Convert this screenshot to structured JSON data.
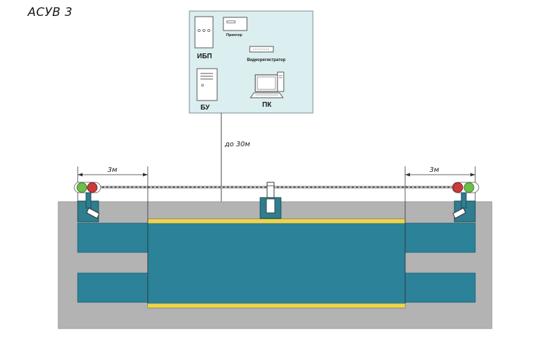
{
  "title": "АСУВ 3",
  "control_room": {
    "ups": "ИБП",
    "printer": "Принтер",
    "dvr": "Видеорегистратор",
    "control_unit": "БУ",
    "pc": "ПК"
  },
  "dimensions": {
    "cable_length": "до 30м",
    "left_offset": "3м",
    "right_offset": "3м"
  },
  "colors": {
    "room_fill": "#dbeef0",
    "platform": "#2b8299",
    "pit": "#b3b3b3",
    "yellow_strip": "#efd44b",
    "sensor": "#2f7d8e",
    "light_red": "#cc3b3b",
    "light_green": "#6bbf4a"
  }
}
